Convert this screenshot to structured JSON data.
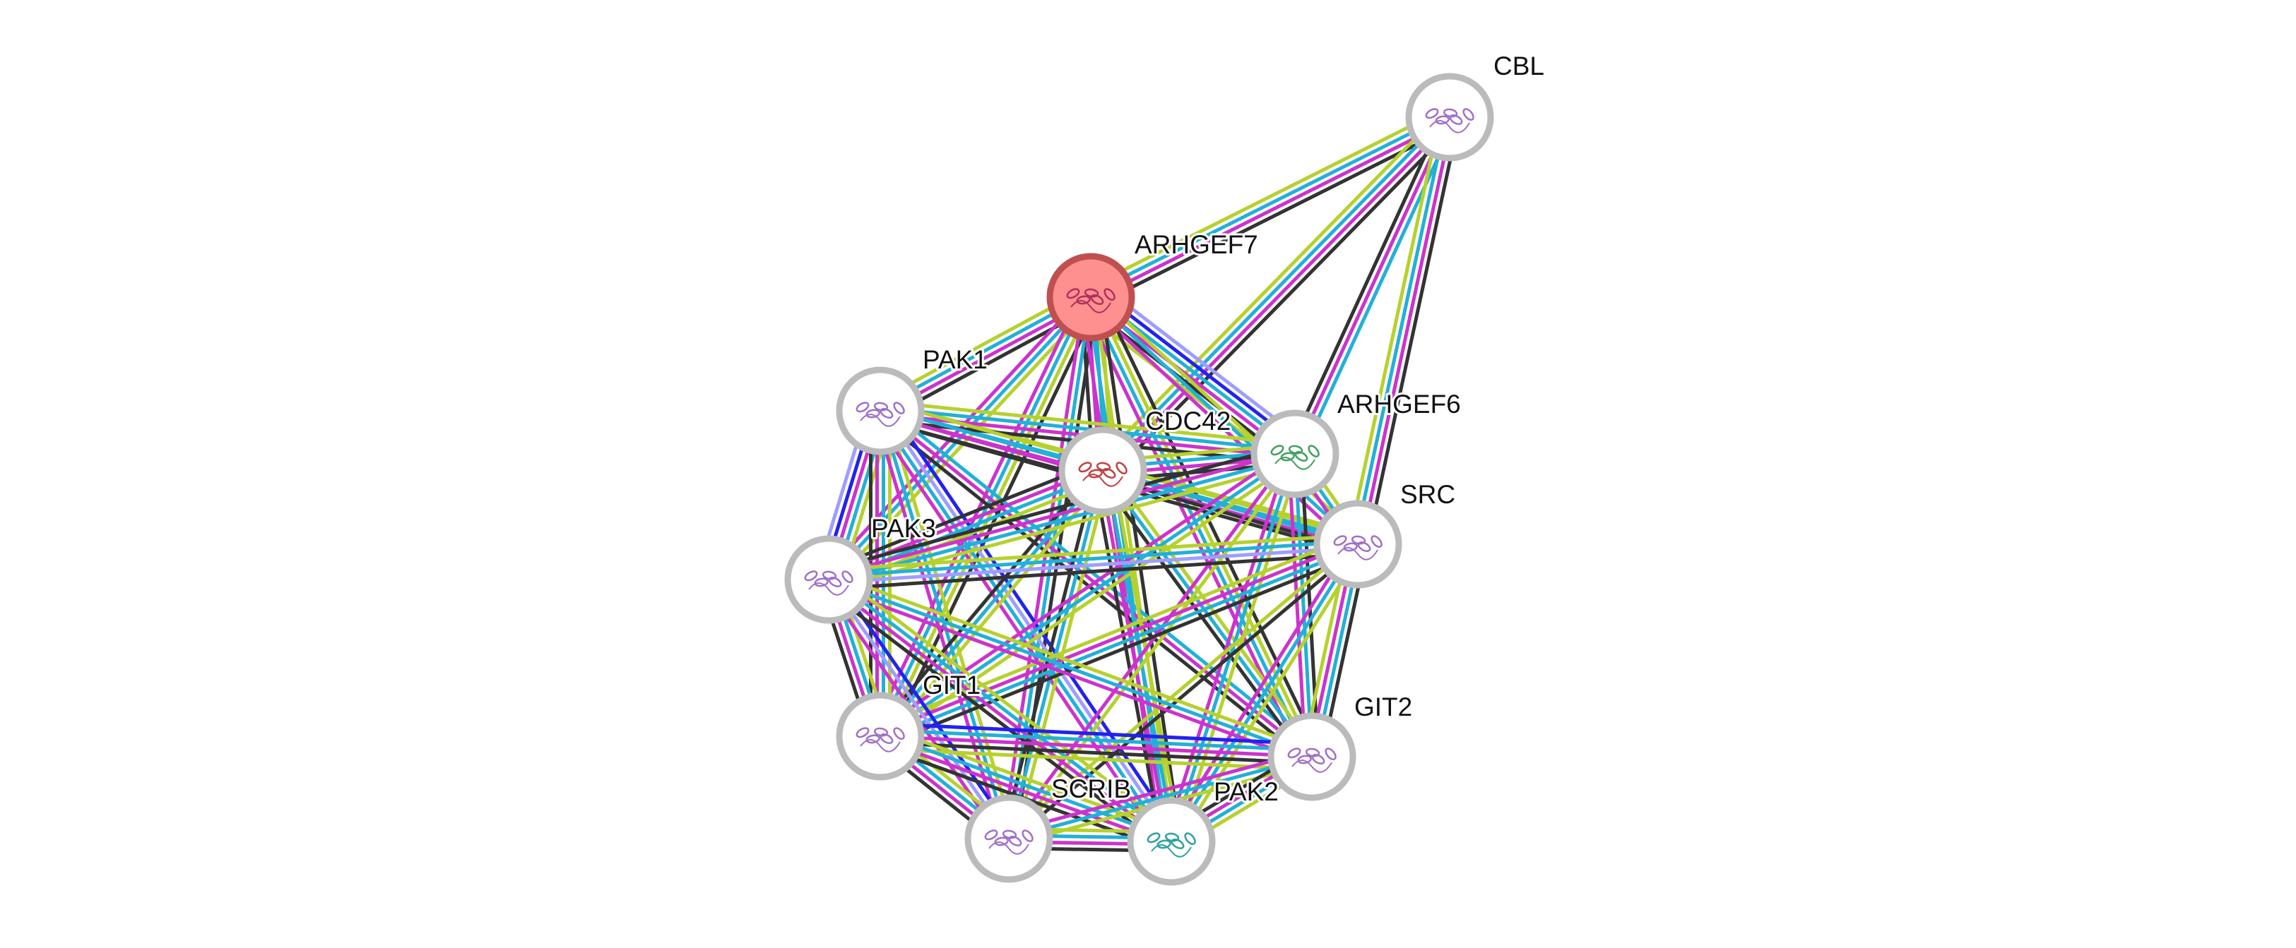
{
  "network": {
    "query_node": "ARHGEF7",
    "colors": {
      "query_fill": "#ff9090",
      "query_ring": "#c05050",
      "node_fill": "#ffffff",
      "node_ring": "#bbbbbb",
      "textmining": "#b6d12e",
      "database": "#22b0d8",
      "experiments": "#cc33cc",
      "coexpression": "#333333",
      "cooccurrence": "#2222ee",
      "homology": "#9e9eff"
    },
    "nodes": [
      {
        "id": "ARHGEF7",
        "label": "ARHGEF7",
        "query": true,
        "icon": "protein-structure-icon",
        "tint": "#b0305a"
      },
      {
        "id": "CBL",
        "label": "CBL",
        "icon": "protein-structure-icon",
        "tint": "#a070c8"
      },
      {
        "id": "PAK1",
        "label": "PAK1",
        "icon": "protein-structure-icon",
        "tint": "#a070c8"
      },
      {
        "id": "CDC42",
        "label": "CDC42",
        "icon": "protein-structure-icon",
        "tint": "#c04040"
      },
      {
        "id": "ARHGEF6",
        "label": "ARHGEF6",
        "icon": "protein-structure-icon",
        "tint": "#40a060"
      },
      {
        "id": "SRC",
        "label": "SRC",
        "icon": "protein-structure-icon",
        "tint": "#a070c8"
      },
      {
        "id": "PAK3",
        "label": "PAK3",
        "icon": "protein-structure-icon",
        "tint": "#a070c8"
      },
      {
        "id": "GIT1",
        "label": "GIT1",
        "icon": "protein-structure-icon",
        "tint": "#a070c8"
      },
      {
        "id": "GIT2",
        "label": "GIT2",
        "icon": "protein-structure-icon",
        "tint": "#a070c8"
      },
      {
        "id": "SCRIB",
        "label": "SCRIB",
        "icon": "protein-structure-icon",
        "tint": "#a070c8"
      },
      {
        "id": "PAK2",
        "label": "PAK2",
        "icon": "protein-structure-icon",
        "tint": "#30a0a0"
      }
    ],
    "edges": [
      [
        "ARHGEF7",
        "CBL",
        [
          "textmining",
          "database",
          "experiments",
          "coexpression"
        ]
      ],
      [
        "CDC42",
        "CBL",
        [
          "textmining",
          "database",
          "experiments",
          "coexpression"
        ]
      ],
      [
        "ARHGEF6",
        "CBL",
        [
          "coexpression",
          "experiments",
          "database"
        ]
      ],
      [
        "SRC",
        "CBL",
        [
          "textmining",
          "database",
          "experiments",
          "coexpression"
        ]
      ],
      [
        "ARHGEF7",
        "PAK1",
        [
          "coexpression",
          "experiments",
          "database",
          "textmining"
        ]
      ],
      [
        "ARHGEF7",
        "CDC42",
        [
          "textmining",
          "database",
          "experiments",
          "coexpression"
        ]
      ],
      [
        "ARHGEF7",
        "ARHGEF6",
        [
          "homology",
          "cooccurrence",
          "database",
          "experiments",
          "coexpression",
          "textmining"
        ]
      ],
      [
        "ARHGEF7",
        "SRC",
        [
          "textmining",
          "database",
          "experiments"
        ]
      ],
      [
        "ARHGEF7",
        "PAK3",
        [
          "textmining",
          "database",
          "experiments"
        ]
      ],
      [
        "ARHGEF7",
        "GIT1",
        [
          "coexpression",
          "textmining",
          "database",
          "experiments"
        ]
      ],
      [
        "ARHGEF7",
        "GIT2",
        [
          "coexpression",
          "textmining",
          "database",
          "experiments"
        ]
      ],
      [
        "ARHGEF7",
        "SCRIB",
        [
          "coexpression",
          "database",
          "experiments"
        ]
      ],
      [
        "ARHGEF7",
        "PAK2",
        [
          "coexpression",
          "textmining",
          "database",
          "experiments"
        ]
      ],
      [
        "PAK1",
        "CDC42",
        [
          "textmining",
          "database",
          "experiments",
          "coexpression"
        ]
      ],
      [
        "PAK1",
        "ARHGEF6",
        [
          "textmining",
          "database",
          "experiments",
          "coexpression"
        ]
      ],
      [
        "PAK1",
        "SRC",
        [
          "textmining",
          "database",
          "experiments",
          "coexpression"
        ]
      ],
      [
        "PAK1",
        "PAK3",
        [
          "textmining",
          "database",
          "experiments",
          "cooccurrence",
          "homology"
        ]
      ],
      [
        "PAK1",
        "GIT1",
        [
          "textmining",
          "database",
          "experiments",
          "coexpression"
        ]
      ],
      [
        "PAK1",
        "GIT2",
        [
          "database",
          "experiments",
          "coexpression"
        ]
      ],
      [
        "PAK1",
        "SCRIB",
        [
          "textmining",
          "database",
          "experiments"
        ]
      ],
      [
        "PAK1",
        "PAK2",
        [
          "cooccurrence",
          "homology",
          "database",
          "experiments"
        ]
      ],
      [
        "CDC42",
        "ARHGEF6",
        [
          "textmining",
          "database",
          "experiments",
          "coexpression"
        ]
      ],
      [
        "CDC42",
        "SRC",
        [
          "textmining",
          "database",
          "coexpression"
        ]
      ],
      [
        "CDC42",
        "PAK3",
        [
          "textmining",
          "database",
          "experiments",
          "coexpression"
        ]
      ],
      [
        "CDC42",
        "GIT1",
        [
          "textmining",
          "database",
          "coexpression"
        ]
      ],
      [
        "CDC42",
        "GIT2",
        [
          "textmining",
          "database",
          "coexpression"
        ]
      ],
      [
        "CDC42",
        "SCRIB",
        [
          "textmining",
          "database",
          "coexpression"
        ]
      ],
      [
        "CDC42",
        "PAK2",
        [
          "textmining",
          "database",
          "experiments",
          "coexpression"
        ]
      ],
      [
        "ARHGEF6",
        "SRC",
        [
          "textmining",
          "database",
          "experiments"
        ]
      ],
      [
        "ARHGEF6",
        "PAK3",
        [
          "textmining",
          "database",
          "experiments",
          "coexpression"
        ]
      ],
      [
        "ARHGEF6",
        "GIT1",
        [
          "textmining",
          "database",
          "experiments"
        ]
      ],
      [
        "ARHGEF6",
        "GIT2",
        [
          "coexpression",
          "database",
          "experiments"
        ]
      ],
      [
        "ARHGEF6",
        "SCRIB",
        [
          "textmining",
          "experiments"
        ]
      ],
      [
        "ARHGEF6",
        "PAK2",
        [
          "textmining",
          "database",
          "experiments"
        ]
      ],
      [
        "SRC",
        "PAK3",
        [
          "coexpression",
          "homology",
          "database",
          "textmining"
        ]
      ],
      [
        "SRC",
        "GIT1",
        [
          "coexpression",
          "database",
          "experiments",
          "textmining"
        ]
      ],
      [
        "SRC",
        "GIT2",
        [
          "coexpression",
          "database",
          "experiments",
          "textmining"
        ]
      ],
      [
        "SRC",
        "SCRIB",
        [
          "coexpression",
          "textmining"
        ]
      ],
      [
        "SRC",
        "PAK2",
        [
          "textmining",
          "database",
          "experiments"
        ]
      ],
      [
        "PAK3",
        "GIT1",
        [
          "textmining",
          "database",
          "experiments",
          "coexpression"
        ]
      ],
      [
        "PAK3",
        "GIT2",
        [
          "textmining",
          "database",
          "experiments"
        ]
      ],
      [
        "PAK3",
        "SCRIB",
        [
          "cooccurrence",
          "homology",
          "experiments"
        ]
      ],
      [
        "PAK3",
        "PAK2",
        [
          "textmining",
          "database",
          "experiments",
          "coexpression"
        ]
      ],
      [
        "GIT1",
        "GIT2",
        [
          "cooccurrence",
          "database",
          "experiments",
          "coexpression",
          "textmining"
        ]
      ],
      [
        "GIT1",
        "SCRIB",
        [
          "textmining",
          "database",
          "experiments",
          "coexpression"
        ]
      ],
      [
        "GIT1",
        "PAK2",
        [
          "textmining",
          "database",
          "experiments",
          "coexpression"
        ]
      ],
      [
        "GIT2",
        "SCRIB",
        [
          "textmining",
          "database",
          "experiments"
        ]
      ],
      [
        "GIT2",
        "PAK2",
        [
          "textmining",
          "database",
          "experiments",
          "coexpression"
        ]
      ],
      [
        "SCRIB",
        "PAK2",
        [
          "textmining",
          "database",
          "experiments",
          "coexpression"
        ]
      ]
    ]
  }
}
